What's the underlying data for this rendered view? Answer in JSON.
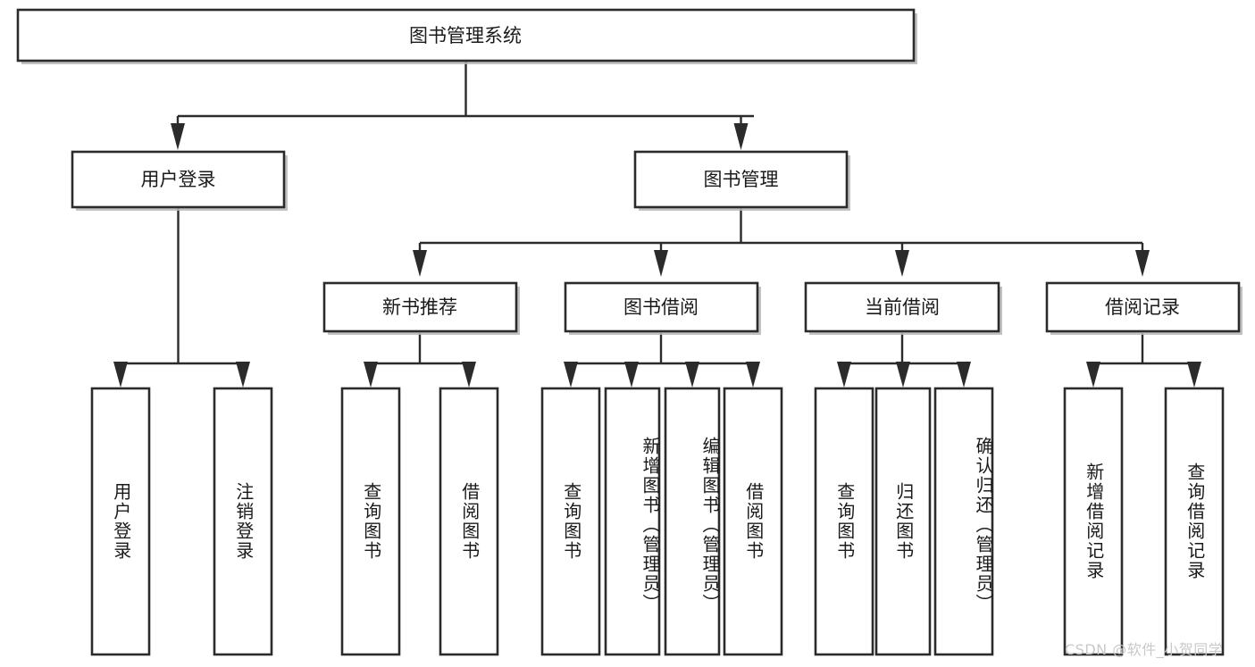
{
  "diagram": {
    "type": "tree-hierarchy",
    "title": "图书管理系统",
    "orientation": "top-down",
    "colors": {
      "box_stroke": "#2b2b2b",
      "box_fill": "#ffffff",
      "connector": "#2b2b2b",
      "background": "#ffffff",
      "watermark": "#c9c9c9"
    },
    "root": {
      "id": "root",
      "label": "图书管理系统"
    },
    "level2": [
      {
        "id": "user-login",
        "label": "用户登录"
      },
      {
        "id": "book-manage",
        "label": "图书管理"
      }
    ],
    "level3": [
      {
        "id": "new-book-rec",
        "label": "新书推荐",
        "parent": "book-manage"
      },
      {
        "id": "book-borrow",
        "label": "图书借阅",
        "parent": "book-manage"
      },
      {
        "id": "current-borrow",
        "label": "当前借阅",
        "parent": "book-manage"
      },
      {
        "id": "borrow-record",
        "label": "借阅记录",
        "parent": "book-manage"
      }
    ],
    "leaves": {
      "user-login": [
        {
          "id": "leaf-user-login",
          "label": "用户登录"
        },
        {
          "id": "leaf-user-logout",
          "label": "注销登录"
        }
      ],
      "new-book-rec": [
        {
          "id": "leaf-query-book-1",
          "label": "查询图书"
        },
        {
          "id": "leaf-borrow-book-1",
          "label": "借阅图书"
        }
      ],
      "book-borrow": [
        {
          "id": "leaf-query-book-2",
          "label": "查询图书"
        },
        {
          "id": "leaf-add-book",
          "label": "新增图书（管理员）"
        },
        {
          "id": "leaf-edit-book",
          "label": "编辑图书（管理员）"
        },
        {
          "id": "leaf-borrow-book-2",
          "label": "借阅图书"
        }
      ],
      "current-borrow": [
        {
          "id": "leaf-query-book-3",
          "label": "查询图书"
        },
        {
          "id": "leaf-return-book",
          "label": "归还图书"
        },
        {
          "id": "leaf-confirm-return",
          "label": "确认归还（管理员）"
        }
      ],
      "borrow-record": [
        {
          "id": "leaf-add-record",
          "label": "新增借阅记录"
        },
        {
          "id": "leaf-query-record",
          "label": "查询借阅记录"
        }
      ]
    }
  },
  "watermark": {
    "text": "CSDN @软件_小贺同学"
  }
}
